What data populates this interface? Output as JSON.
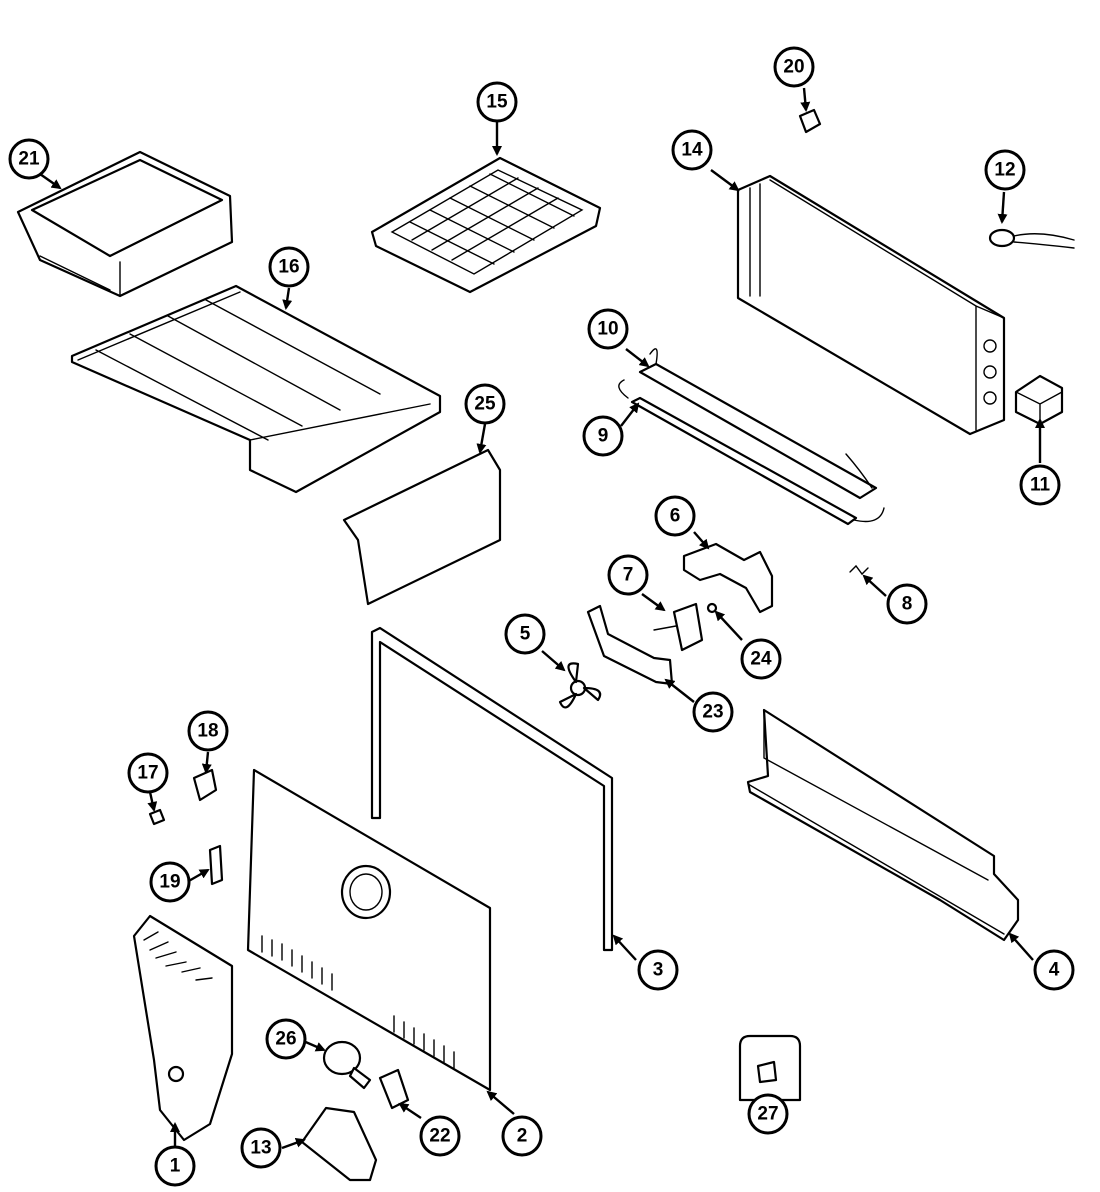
{
  "callouts": [
    "1",
    "2",
    "3",
    "4",
    "5",
    "6",
    "7",
    "8",
    "9",
    "10",
    "11",
    "12",
    "13",
    "14",
    "15",
    "16",
    "17",
    "18",
    "19",
    "20",
    "21",
    "22",
    "23",
    "24",
    "25",
    "26",
    "27"
  ],
  "colors": {
    "line": "#000000",
    "background": "#ffffff"
  }
}
